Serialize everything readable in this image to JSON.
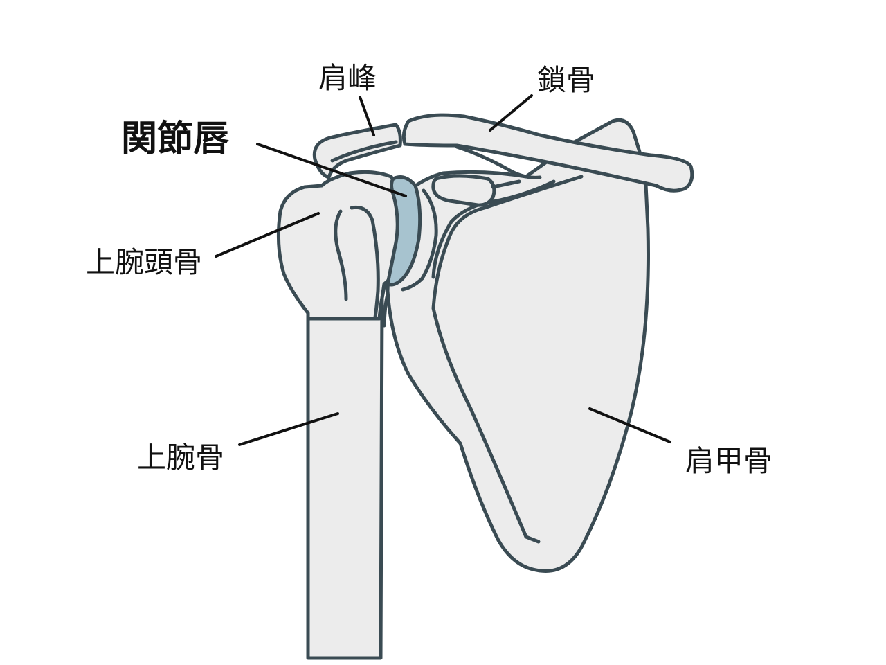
{
  "labels": {
    "acromion": "肩峰",
    "clavicle": "鎖骨",
    "glenoid_labrum": "関節唇",
    "humeral_head": "上腕頭骨",
    "humerus": "上腕骨",
    "scapula": "肩甲骨"
  },
  "colors": {
    "bone_fill": "#ececec",
    "outline": "#3a4b53",
    "labrum_fill": "#a7c3cf",
    "leader_line": "#111111"
  }
}
